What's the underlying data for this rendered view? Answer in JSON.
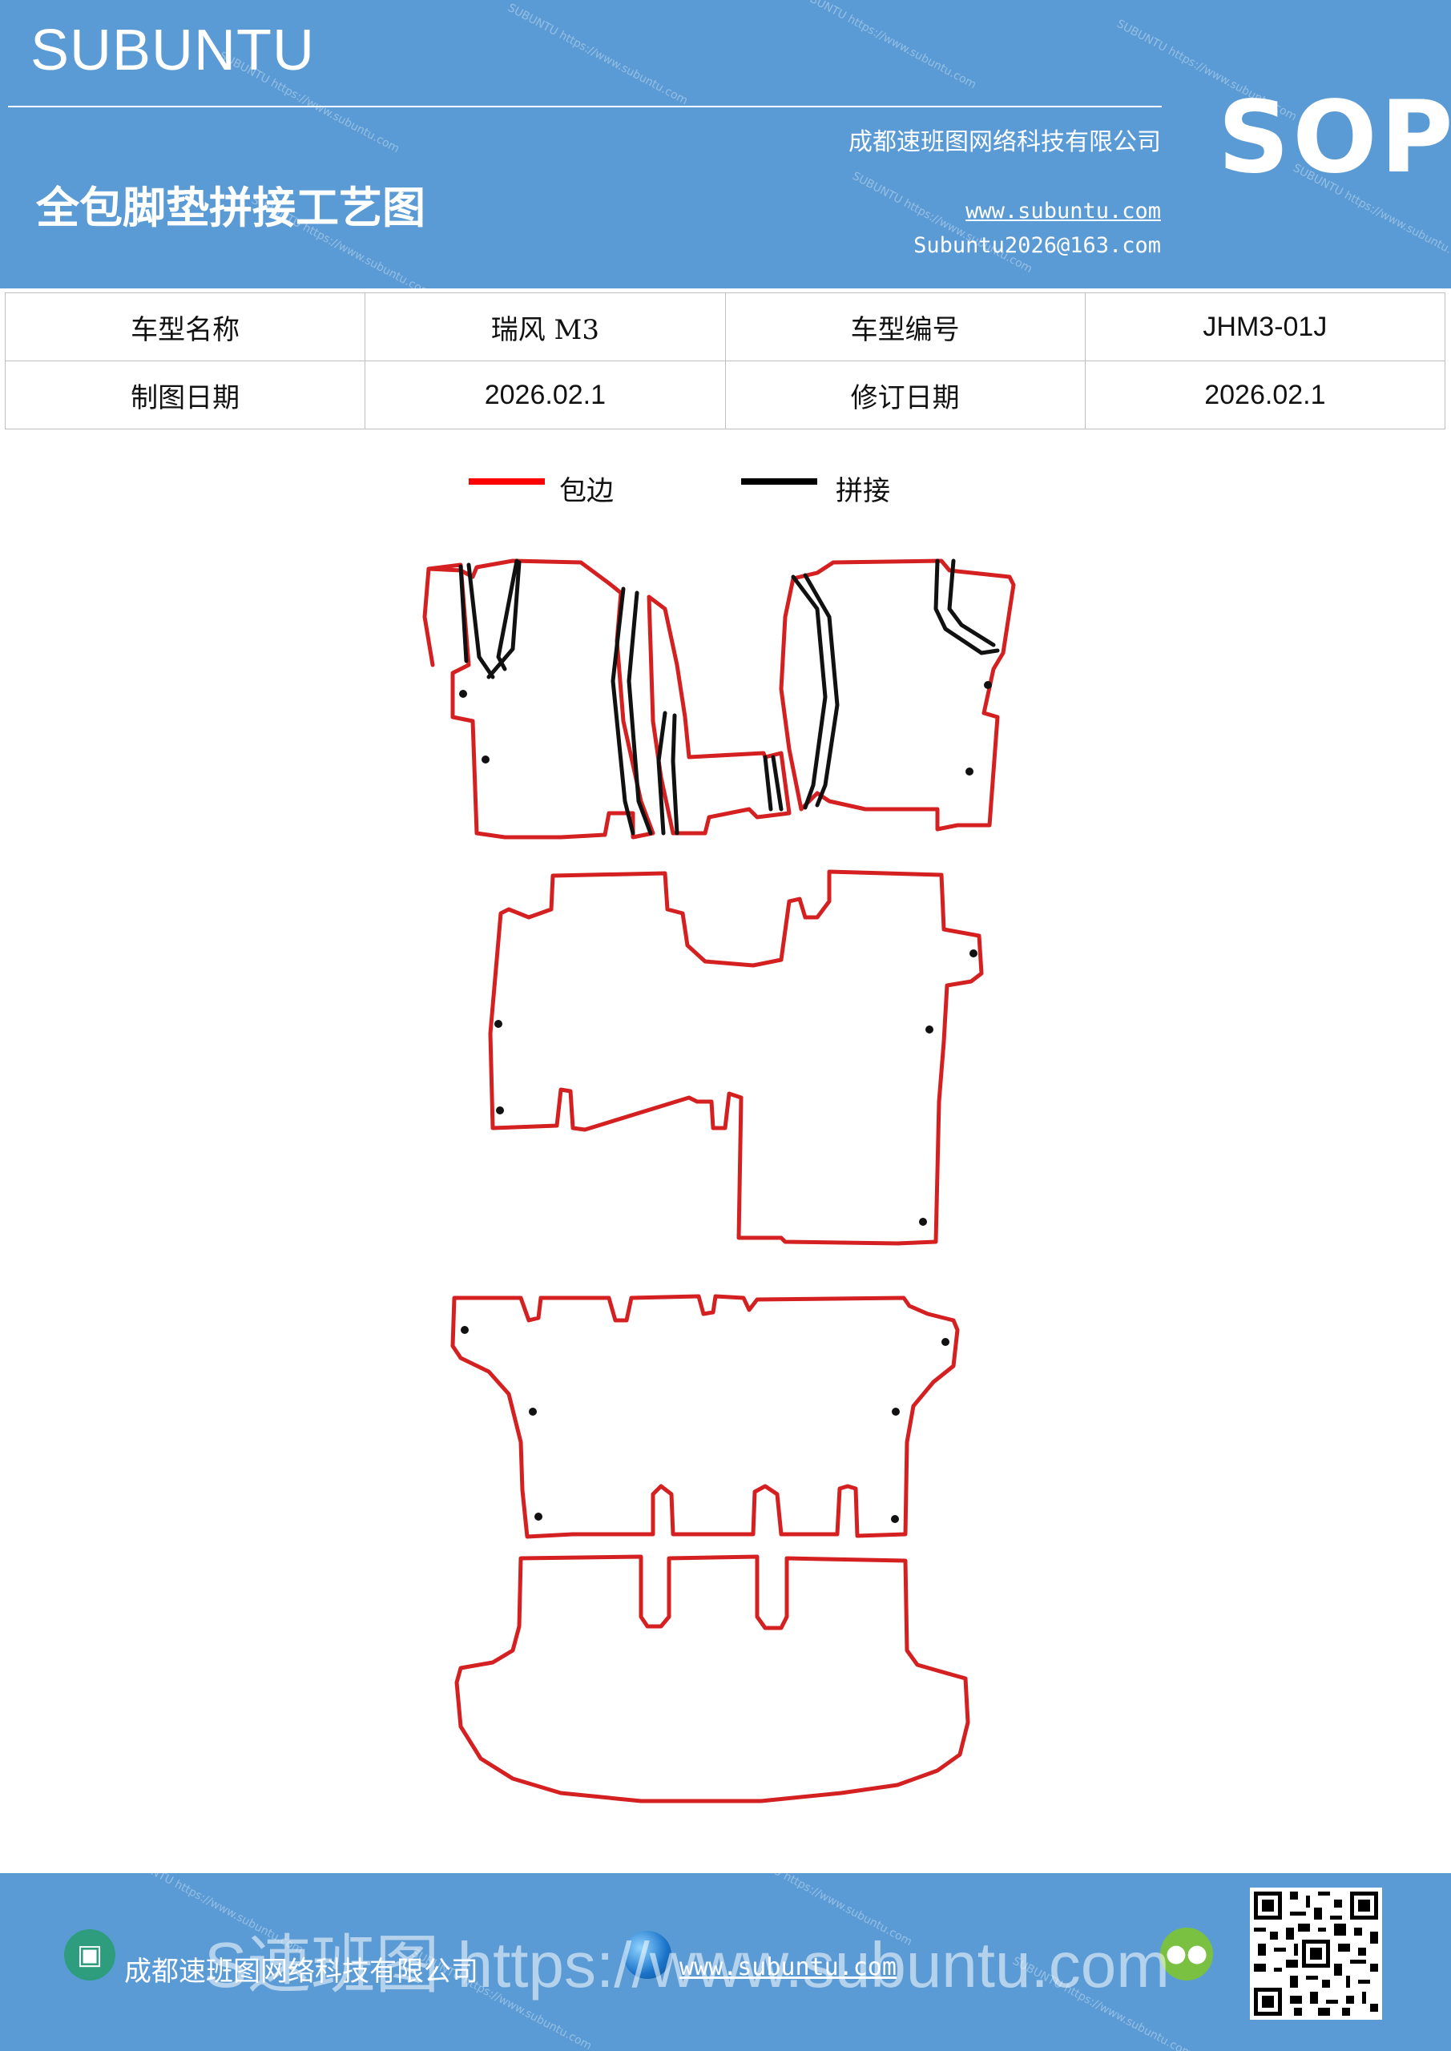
{
  "header": {
    "brand": "SUBUNTU",
    "sop": "SOP",
    "company": "成都速班图网络科技有限公司",
    "title": "全包脚垫拼接工艺图",
    "website": "www.subuntu.com",
    "email": "Subuntu2026@163.com",
    "watermark": "SUBUNTU https://www.subuntu.com",
    "bg_color": "#5b9bd5"
  },
  "info_table": {
    "rows": [
      [
        "车型名称",
        "瑞风 M3",
        "车型编号",
        "JHM3-01J"
      ],
      [
        "制图日期",
        "2026.02.1",
        "修订日期",
        "2026.02.1"
      ]
    ]
  },
  "legend": {
    "items": [
      {
        "label": "包边",
        "color": "#ff0000"
      },
      {
        "label": "拼接",
        "color": "#000000"
      }
    ]
  },
  "diagram": {
    "edge_color": "#d42020",
    "seam_color": "#111111"
  },
  "footer": {
    "company": "成都速班图网络科技有限公司",
    "website": "www.subuntu.com",
    "overlay": "S速班图 https://www.subuntu.com",
    "icons": [
      "building-icon",
      "globe-icon",
      "wechat-icon",
      "qr-code"
    ]
  }
}
